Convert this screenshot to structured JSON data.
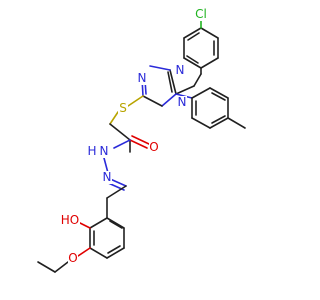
{
  "molecule": {
    "atoms": {
      "cl": {
        "label": "Cl",
        "color": "#1fb31f"
      },
      "n_triazole_top_left": {
        "label": "N",
        "color": "#2b2bd9"
      },
      "n_triazole_left": {
        "label": "N",
        "color": "#2b2bd9"
      },
      "n_triazole_right": {
        "label": "N",
        "color": "#2b2bd9"
      },
      "s_thioether": {
        "label": "S",
        "color": "#b8a400"
      },
      "o_carbonyl": {
        "label": "O",
        "color": "#e00000"
      },
      "nh_hydrazide": {
        "label": "N",
        "color": "#2b2bd9"
      },
      "h_hydrazide": {
        "label": "H",
        "color": "#2b2bd9"
      },
      "n_imine": {
        "label": "N",
        "color": "#2b2bd9"
      },
      "ho_phenol": {
        "label": "HO",
        "color": "#e00000"
      },
      "o_ether": {
        "label": "O",
        "color": "#e00000"
      }
    }
  }
}
